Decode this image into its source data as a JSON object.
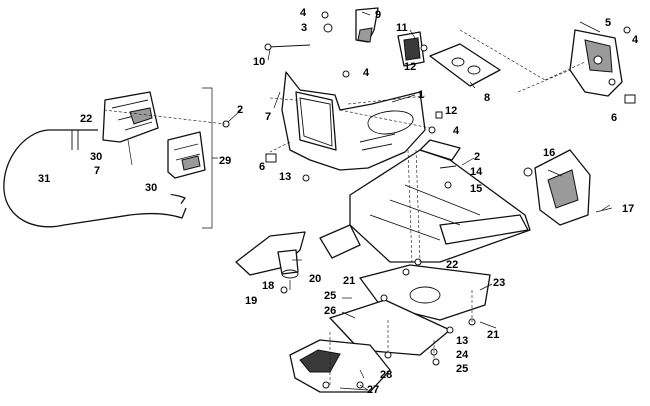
{
  "callouts": {
    "c1": "1",
    "c2a": "2",
    "c2b": "2",
    "c3": "3",
    "c4a": "4",
    "c4b": "4",
    "c4c": "4",
    "c4d": "4",
    "c5": "5",
    "c6a": "6",
    "c6b": "6",
    "c7a": "7",
    "c7b": "7",
    "c8": "8",
    "c9": "9",
    "c10": "10",
    "c11": "11",
    "c12a": "12",
    "c12b": "12",
    "c13a": "13",
    "c13b": "13",
    "c14": "14",
    "c15": "15",
    "c16": "16",
    "c17": "17",
    "c18": "18",
    "c19": "19",
    "c20": "20",
    "c21a": "21",
    "c21b": "21",
    "c22a": "22",
    "c22b": "22",
    "c23": "23",
    "c24": "24",
    "c25a": "25",
    "c25b": "25",
    "c26": "26",
    "c27": "27",
    "c28": "28",
    "c29": "29",
    "c30a": "30",
    "c30b": "30",
    "c31": "31"
  }
}
